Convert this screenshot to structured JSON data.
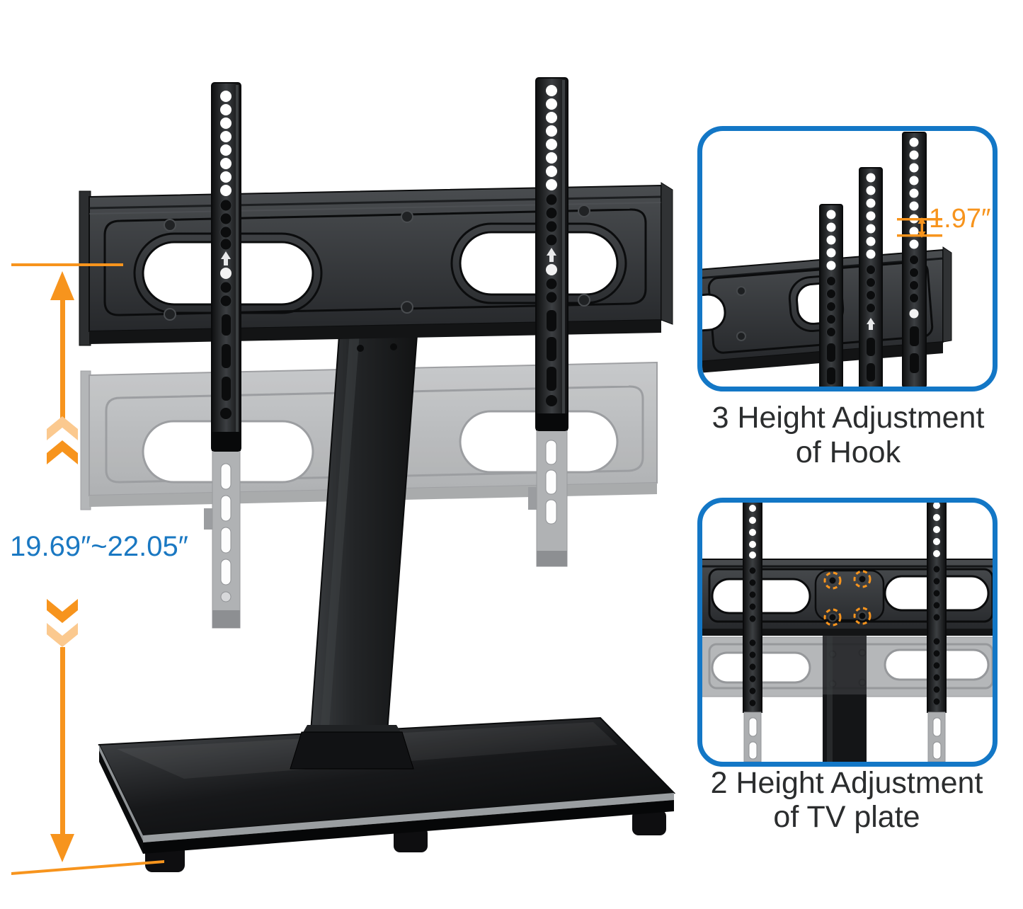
{
  "main_figure": {
    "height_range_label": "19.69″~22.05″",
    "subject": "tabletop TV stand with swivel mount, glass base and two vertical VESA brackets",
    "annotations": [
      "dimension-line-top",
      "up-arrow",
      "up-chevrons",
      "down-chevrons",
      "down-arrow",
      "ground-line"
    ]
  },
  "panels": {
    "hook": {
      "caption_line1": "3 Height Adjustment",
      "caption_line2": "of Hook",
      "measurement_label": "1.97″"
    },
    "plate": {
      "caption_line1": "2 Height Adjustment",
      "caption_line2": "of TV plate"
    }
  },
  "colors": {
    "accent_orange": "#F7941D",
    "accent_orange_light": "#FBC98F",
    "blue_label": "#1A78C2",
    "panel_border_blue": "#1377C6",
    "caption_text": "#2B2D2E",
    "product_dark": "#26282B",
    "product_ghost": "#B6B8BA",
    "base_black": "#0B0C0D"
  }
}
